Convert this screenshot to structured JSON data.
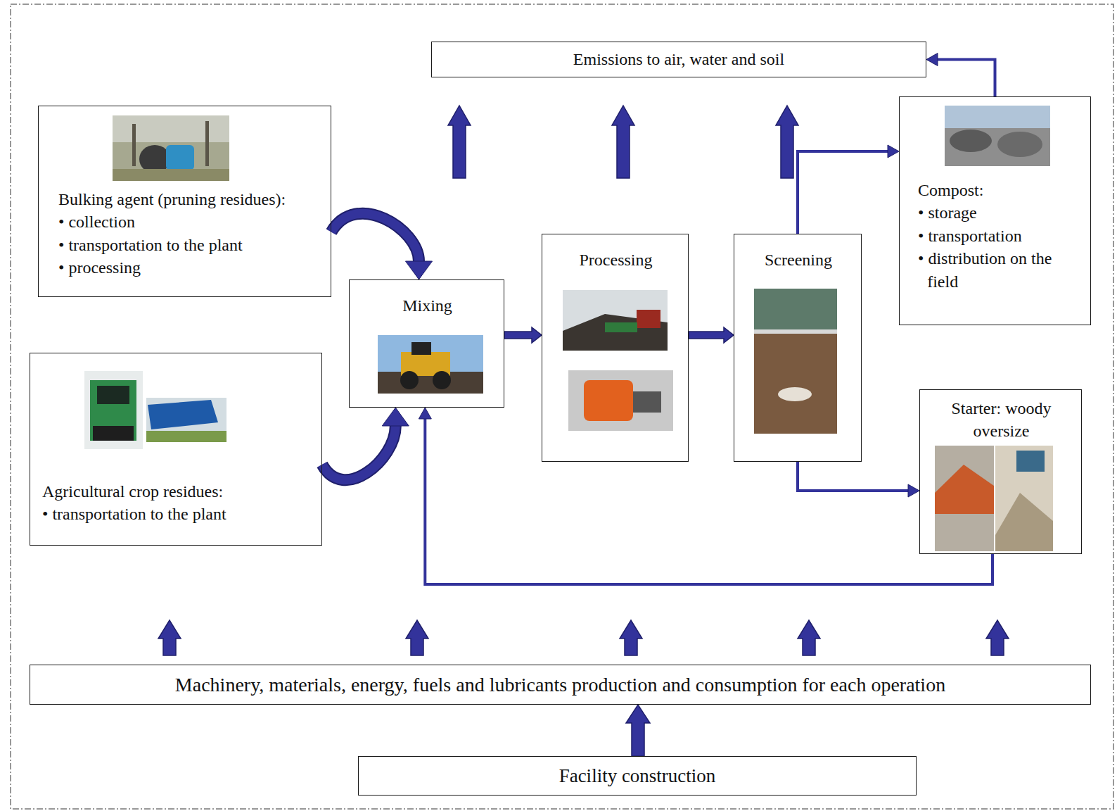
{
  "diagram": {
    "nodes": [
      {
        "text": [
          "Emissions to air, water and soil"
        ]
      },
      {
        "text": [
          "Bulking agent (pruning residues):",
          "• collection",
          "• transportation to the plant",
          "• processing"
        ]
      },
      {
        "text": [
          "Mixing"
        ]
      },
      {
        "text": [
          "Processing"
        ]
      },
      {
        "text": [
          "Screening"
        ]
      },
      {
        "text": [
          "Compost:",
          "• storage",
          "• transportation",
          "• distribution on the field"
        ]
      },
      {
        "text": [
          "Agricultural crop residues:",
          "• transportation to the plant"
        ]
      },
      {
        "text": [
          "Starter: woody oversize"
        ]
      },
      {
        "text": [
          "Machinery, materials, energy, fuels and lubricants production and consumption for each operation"
        ]
      },
      {
        "text": [
          "Facility construction"
        ]
      }
    ],
    "edges": [
      {
        "from": 2,
        "to": 3,
        "arrow": "to"
      },
      {
        "from": 3,
        "to": 4,
        "arrow": "to"
      },
      {
        "from": 4,
        "to": 5,
        "arrow": "to"
      },
      {
        "from": 4,
        "to": 7,
        "arrow": "to"
      },
      {
        "from": 7,
        "to": 2,
        "arrow": "to"
      },
      {
        "from": 5,
        "to": 0,
        "arrow": "to"
      },
      {
        "from": 1,
        "to": 2,
        "arrow": "to"
      },
      {
        "from": 6,
        "to": 2,
        "arrow": "to"
      },
      {
        "from": 9,
        "to": 8,
        "arrow": "to"
      }
    ]
  }
}
